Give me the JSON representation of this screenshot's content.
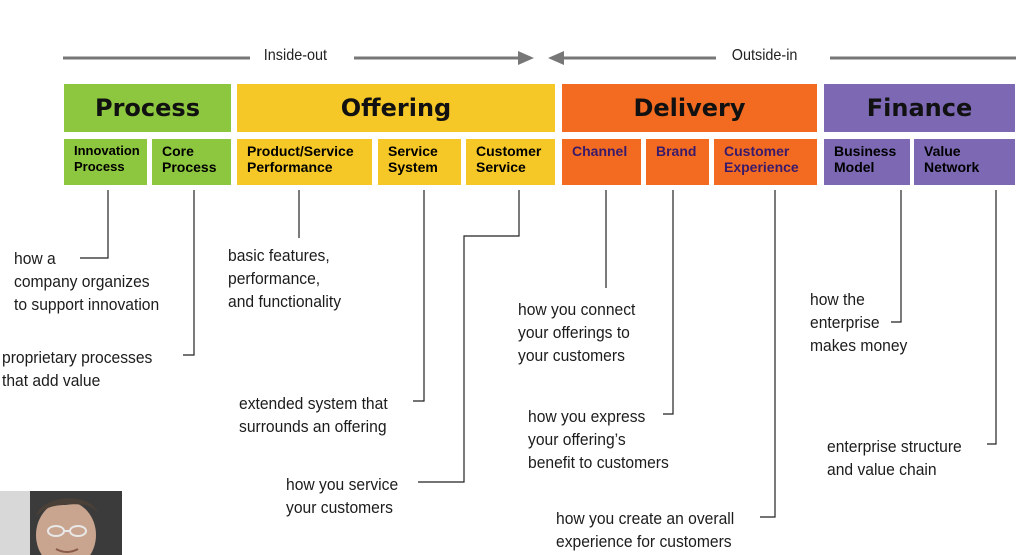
{
  "header": {
    "inside_out": "Inside-out",
    "outside_in": "Outside-in"
  },
  "colors": {
    "process": "#8dc63f",
    "offering": "#f5c827",
    "delivery": "#f26b21",
    "finance": "#7c68b3",
    "line": "#222222",
    "arrow": "#777777"
  },
  "categories": [
    {
      "name": "Process"
    },
    {
      "name": "Offering"
    },
    {
      "name": "Delivery"
    },
    {
      "name": "Finance"
    }
  ],
  "subcategories": [
    {
      "line1": "Innovation",
      "line2": "Process"
    },
    {
      "line1": "Core",
      "line2": "Process"
    },
    {
      "line1": "Product/Service",
      "line2": "Performance"
    },
    {
      "line1": "Service",
      "line2": "System"
    },
    {
      "line1": "Customer",
      "line2": "Service"
    },
    {
      "line1": "Channel",
      "line2": ""
    },
    {
      "line1": "Brand",
      "line2": ""
    },
    {
      "line1": "Customer",
      "line2": "Experience"
    },
    {
      "line1": "Business",
      "line2": "Model"
    },
    {
      "line1": "Value",
      "line2": "Network"
    }
  ],
  "descriptions": [
    {
      "lines": [
        "how a",
        "company organizes",
        "to support innovation"
      ]
    },
    {
      "lines": [
        "proprietary processes",
        "that add value"
      ]
    },
    {
      "lines": [
        "basic features,",
        "performance,",
        "and functionality"
      ]
    },
    {
      "lines": [
        "extended system that",
        "surrounds an offering"
      ]
    },
    {
      "lines": [
        "how you service",
        "your customers"
      ]
    },
    {
      "lines": [
        "how you connect",
        "your offerings to",
        "your customers"
      ]
    },
    {
      "lines": [
        "how you express",
        "your offering’s",
        "benefit to customers"
      ]
    },
    {
      "lines": [
        "how you create an overall",
        "experience for customers"
      ]
    },
    {
      "lines": [
        "how the",
        "enterprise",
        "makes money"
      ]
    },
    {
      "lines": [
        "enterprise structure",
        "and value chain"
      ]
    }
  ],
  "photo": {
    "icon": "person-photo"
  }
}
